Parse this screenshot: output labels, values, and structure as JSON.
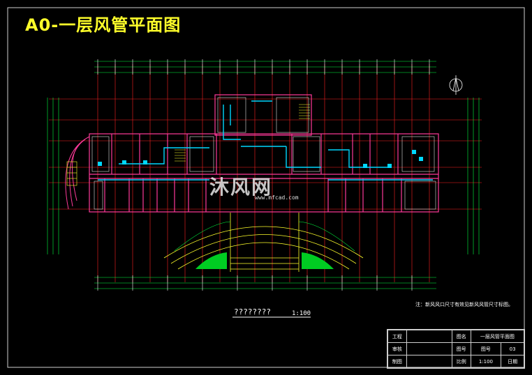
{
  "title": "A0-一层风管平面图",
  "caption": "????????",
  "scale": "1:100",
  "note": "注：新风风口尺寸有效见新风风管尺寸标图。",
  "watermark": {
    "brand": "沐风网",
    "url": "www.mfcad.com"
  },
  "title_block": {
    "r1c1": "工程",
    "r1c2": "图名",
    "r1c3": "一层风管平面图",
    "r2c1": "审核",
    "r2c2": "图号",
    "r2c3": "图号",
    "r2c4": "03",
    "r3c1": "制图",
    "r3c2": "比例",
    "r3c3": "1:100",
    "r3c4": "日期"
  },
  "colors": {
    "title": "#ffff2a",
    "walls": "#ff3a9a",
    "ducts": "#00d8ff",
    "gridlines": "#ff2020",
    "dims": "#00ff40",
    "green_fill": "#00cc22"
  }
}
